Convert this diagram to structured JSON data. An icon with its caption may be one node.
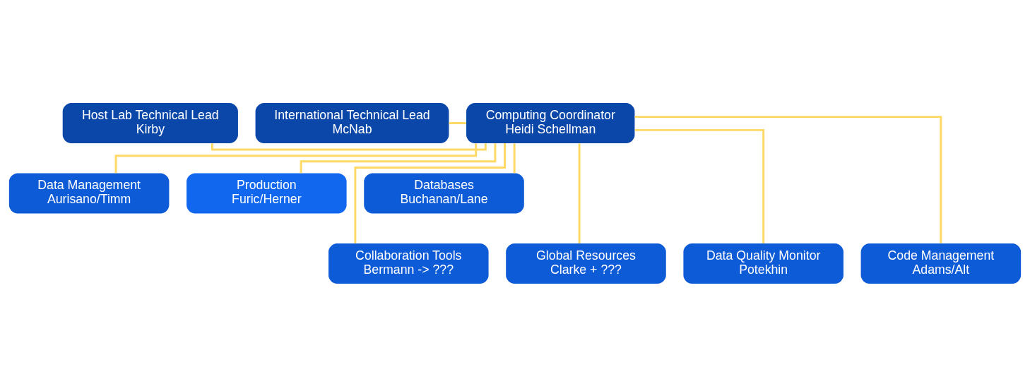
{
  "diagram": {
    "nodes": [
      {
        "text": [
          "Host Lab Technical Lead",
          "Kirby"
        ]
      },
      {
        "text": [
          "Computing Coordinator",
          "Heidi Schellman"
        ]
      },
      {
        "text": [
          "International Technical Lead",
          "McNab"
        ]
      },
      {
        "text": [
          "Data Management",
          "Aurisano/Timm"
        ]
      },
      {
        "text": [
          "Production",
          "Furic/Herner"
        ]
      },
      {
        "text": [
          "Databases",
          "Buchanan/Lane"
        ]
      },
      {
        "text": [
          "Collaboration Tools",
          "Bermann -> ???"
        ]
      },
      {
        "text": [
          "Global Resources",
          "Clarke + ???"
        ]
      },
      {
        "text": [
          "Data Quality Monitor",
          "Potekhin"
        ]
      },
      {
        "text": [
          "Code Management",
          "Adams/Alt"
        ]
      }
    ],
    "edges": [
      {
        "from": 0,
        "to": 1,
        "arrow": "none"
      },
      {
        "from": 2,
        "to": 1,
        "arrow": "none"
      },
      {
        "from": 1,
        "to": 6,
        "arrow": "none"
      },
      {
        "from": 1,
        "to": 3,
        "arrow": "none"
      },
      {
        "from": 1,
        "to": 7,
        "arrow": "none"
      },
      {
        "from": 1,
        "to": 4,
        "arrow": "none"
      },
      {
        "from": 1,
        "to": 8,
        "arrow": "none"
      },
      {
        "from": 1,
        "to": 5,
        "arrow": "none"
      },
      {
        "from": 1,
        "to": 9,
        "arrow": "none"
      }
    ]
  }
}
